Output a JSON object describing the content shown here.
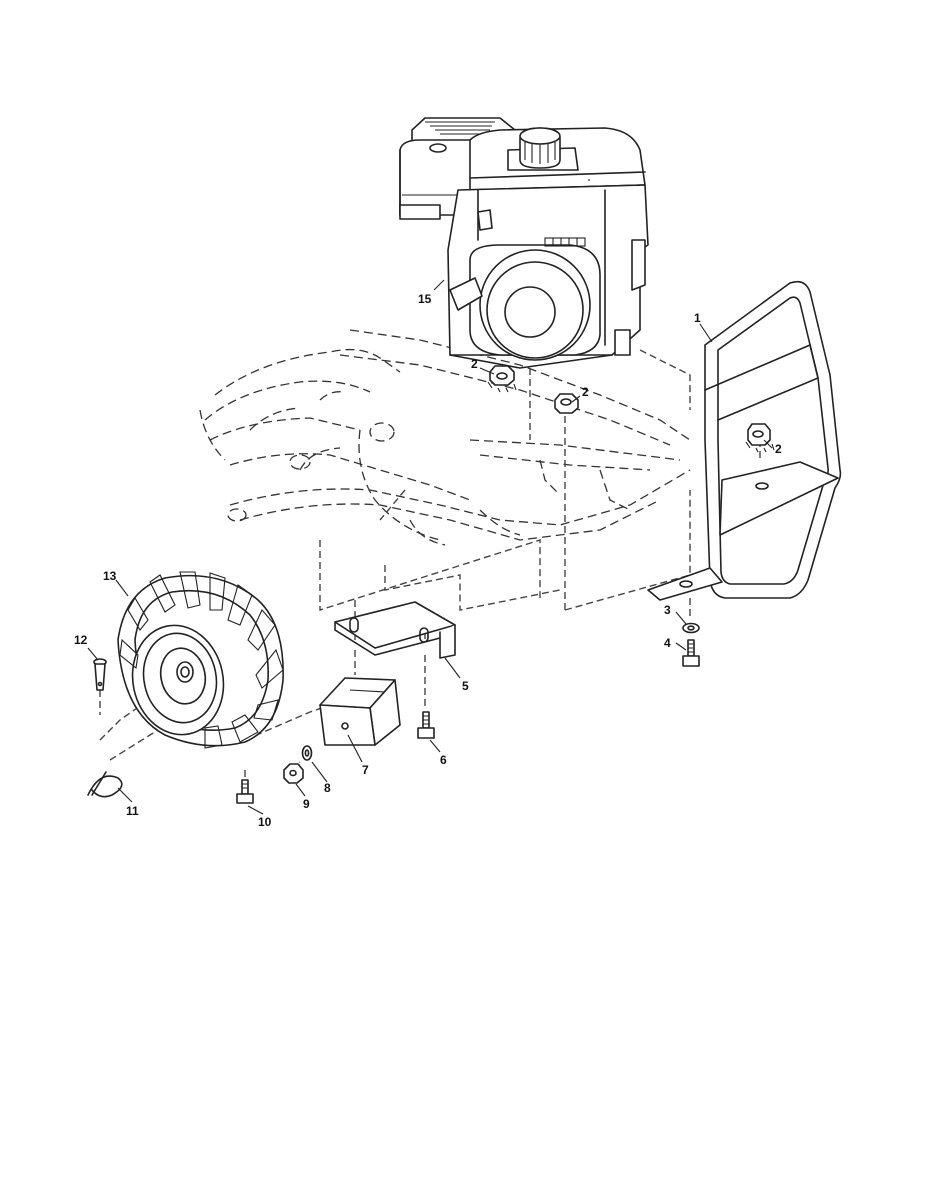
{
  "parts": [
    {
      "id": "1",
      "text": "1"
    },
    {
      "id": "2a",
      "text": "2"
    },
    {
      "id": "2b",
      "text": "2"
    },
    {
      "id": "2c",
      "text": "2"
    },
    {
      "id": "3",
      "text": "3"
    },
    {
      "id": "4",
      "text": "4"
    },
    {
      "id": "5",
      "text": "5"
    },
    {
      "id": "6",
      "text": "6"
    },
    {
      "id": "7",
      "text": "7"
    },
    {
      "id": "8",
      "text": "8"
    },
    {
      "id": "9",
      "text": "9"
    },
    {
      "id": "10",
      "text": "10"
    },
    {
      "id": "11",
      "text": "11"
    },
    {
      "id": "12",
      "text": "12"
    },
    {
      "id": "13",
      "text": "13"
    },
    {
      "id": "15",
      "text": "15"
    }
  ]
}
